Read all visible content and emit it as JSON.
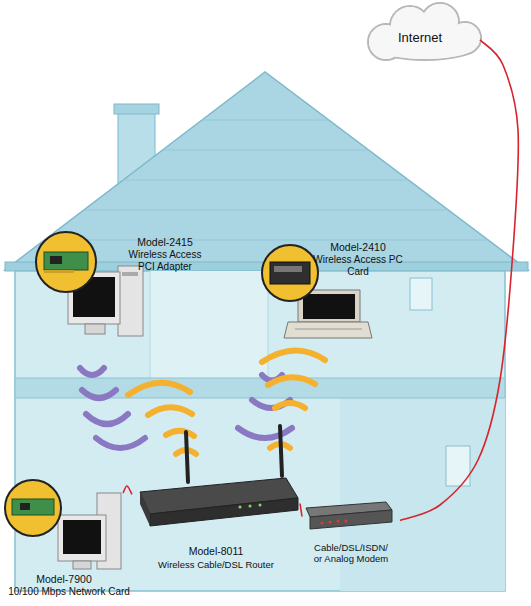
{
  "diagram": {
    "nodes": [
      {
        "text": [
          "Internet"
        ]
      },
      {
        "text": [
          "Model-2415",
          "Wireless Access PCI Adapter"
        ]
      },
      {
        "text": [
          "Model-2410",
          "Wireless Access PC Card"
        ]
      },
      {
        "text": [
          "Model-7900",
          "10/100 Mbps Network Card"
        ]
      },
      {
        "text": [
          "Model-8011",
          "Wireless Cable/DSL Router"
        ]
      },
      {
        "text": [
          "Cable/DSL/ISDN/ or Analog Modem"
        ]
      }
    ],
    "edges": [
      {
        "from": 5,
        "to": 0,
        "arrow": "none"
      },
      {
        "from": 4,
        "to": 5,
        "arrow": "none"
      },
      {
        "from": 3,
        "to": 4,
        "arrow": "none"
      }
    ]
  }
}
